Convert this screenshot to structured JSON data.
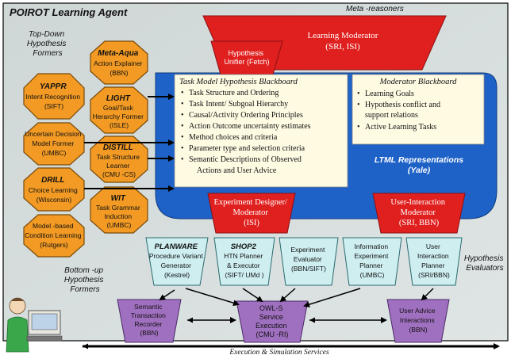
{
  "frame": {
    "title": "POIROT Learning Agent",
    "meta_reasoners": "Meta -reasoners",
    "top_down_label": [
      "Top-Down",
      "Hypothesis",
      "Formers"
    ],
    "bottom_up_label": [
      "Bottom -up",
      "Hypothesis",
      "Formers"
    ],
    "hypothesis_evaluators_label": [
      "Hypothesis",
      "Evaluators"
    ],
    "execution_label": "Execution & Simulation Services"
  },
  "formers": [
    {
      "id": "yappr",
      "lines": [
        "YAPPR",
        "Intent Recognition",
        "(SIFT)"
      ],
      "bold_first": true
    },
    {
      "id": "uncertain",
      "lines": [
        "Uncertain Decision",
        "Model Former",
        "(UMBC)"
      ],
      "bold_first": false
    },
    {
      "id": "drill",
      "lines": [
        "DRILL",
        "Choice Learning",
        "(Wisconsin)"
      ],
      "bold_first": true
    },
    {
      "id": "model-based",
      "lines": [
        "Model -based",
        "Condition Learning",
        "(Rutgers)"
      ],
      "bold_first": false
    },
    {
      "id": "meta-aqua",
      "lines": [
        "Meta-Aqua",
        "Action Explainer",
        "(BBN)"
      ],
      "bold_first": true
    },
    {
      "id": "light",
      "lines": [
        "LIGHT",
        "Goal/Task",
        "Herarchy Former",
        "(ISLE)"
      ],
      "bold_first": true
    },
    {
      "id": "distill",
      "lines": [
        "DISTILL",
        "Task Structure",
        "Learner",
        "(CMU -CS)"
      ],
      "bold_first": true
    },
    {
      "id": "wit",
      "lines": [
        "WIT",
        "Task Grammar",
        "Induction",
        "(UMBC)"
      ],
      "bold_first": true
    }
  ],
  "learning_moderator": {
    "title": "Learning Moderator",
    "org": "(SRI, ISI)"
  },
  "hypothesis_unifier": [
    "Hypothesis",
    "Unifier (Fetch)"
  ],
  "task_blackboard": {
    "title": "Task Model Hypothesis Blackboard",
    "items": [
      "Task Structure and Ordering",
      "Task Intent/   Subgoal  Hierarchy",
      "Causal/Activity Ordering Principles",
      "Action Outcome uncertainty estimates",
      "Method choices and criteria",
      "Parameter type and selection criteria",
      "Semantic Descriptions of Observed"
    ],
    "continuation": "Actions and User Advice"
  },
  "moderator_blackboard": {
    "title": "Moderator Blackboard",
    "items": [
      "Learning Goals",
      "Hypothesis conflict and",
      "Active Learning Tasks"
    ],
    "continuation": "support relations"
  },
  "ltml": {
    "title": "LTML Representations",
    "org": "(Yale)"
  },
  "experiment_designer": [
    "Experiment Designer/",
    "Moderator",
    "(ISI)"
  ],
  "user_interaction_moderator": [
    "User-Interaction",
    "Moderator",
    "(SRI, BBN)"
  ],
  "evaluators": [
    {
      "id": "planware",
      "lines": [
        "PLANWARE",
        "Procedure Variant",
        "Generator",
        "(Kestrel)"
      ],
      "bold_first": true
    },
    {
      "id": "shop2",
      "lines": [
        "SHOP2",
        "HTN Planner",
        "& Executor",
        "(SIFT/ UMd )"
      ],
      "bold_first": true
    },
    {
      "id": "exp-eval",
      "lines": [
        "Experiment",
        "Evaluator",
        "(BBN/SIFT)"
      ],
      "bold_first": false
    },
    {
      "id": "info-exp",
      "lines": [
        "Information",
        "Experiment",
        "Planner",
        "(UMBC)"
      ],
      "bold_first": false
    },
    {
      "id": "ui-planner",
      "lines": [
        "User",
        "Interaction",
        "Planner",
        "(SRI/BBN)"
      ],
      "bold_first": false
    }
  ],
  "services": [
    {
      "id": "semantic-recorder",
      "lines": [
        "Semantic",
        "Transaction",
        "Recorder",
        "(BBN)"
      ]
    },
    {
      "id": "owls",
      "lines": [
        "OWL-S",
        "Service",
        "Execution",
        "(CMU -RI)"
      ]
    },
    {
      "id": "user-advice",
      "lines": [
        "User Advice",
        "Interactions",
        "(BBN)"
      ]
    }
  ]
}
